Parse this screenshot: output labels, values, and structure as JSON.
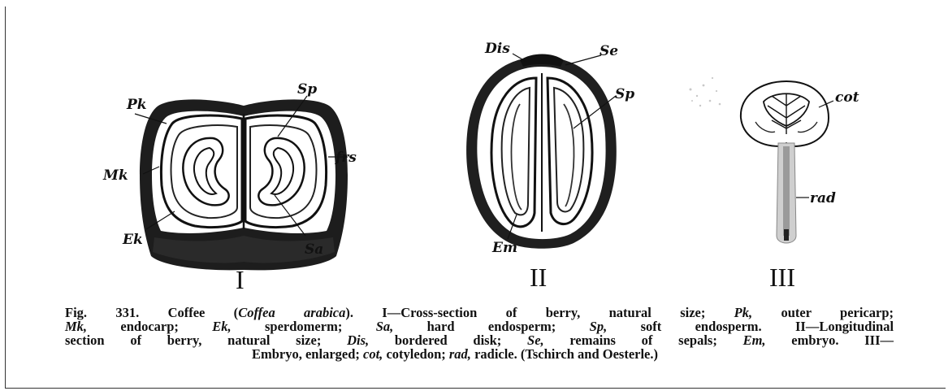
{
  "figure": {
    "part1": {
      "numeral": "I",
      "labels": {
        "pk": "Pk",
        "sp": "Sp",
        "frs": "frs",
        "mk": "Mk",
        "ek": "Ek",
        "sa": "Sa"
      }
    },
    "part2": {
      "numeral": "II",
      "labels": {
        "dis": "Dis",
        "se": "Se",
        "sp": "Sp",
        "em": "Em"
      }
    },
    "part3": {
      "numeral": "III",
      "labels": {
        "cot": "cot",
        "rad": "rad"
      }
    }
  },
  "caption": {
    "fig_no": "Fig. 331.",
    "l1_a": "Coffee (",
    "l1_b": "Coffea arabica",
    "l1_c": ").  I—Cross-section of berry, natural size;",
    "l1_d": "Pk,",
    "l1_e": "outer pericarp;",
    "l2_a": "Mk,",
    "l2_b": "endocarp;",
    "l2_c": "Ek,",
    "l2_d": "sperdomerm;",
    "l2_e": "Sa,",
    "l2_f": "hard endosperm;",
    "l2_g": "Sp,",
    "l2_h": "soft endosperm.  II—Longitudinal",
    "l3_a": "section of berry, natural size;",
    "l3_b": "Dis,",
    "l3_c": "bordered disk;",
    "l3_d": "Se,",
    "l3_e": "remains of sepals;",
    "l3_f": "Em,",
    "l3_g": "embryo.  III—",
    "l4_a": "Embryo, enlarged;",
    "l4_b": "cot,",
    "l4_c": "cotyledon;",
    "l4_d": "rad,",
    "l4_e": "radicle.  (Tschirch and Oesterle.)"
  }
}
